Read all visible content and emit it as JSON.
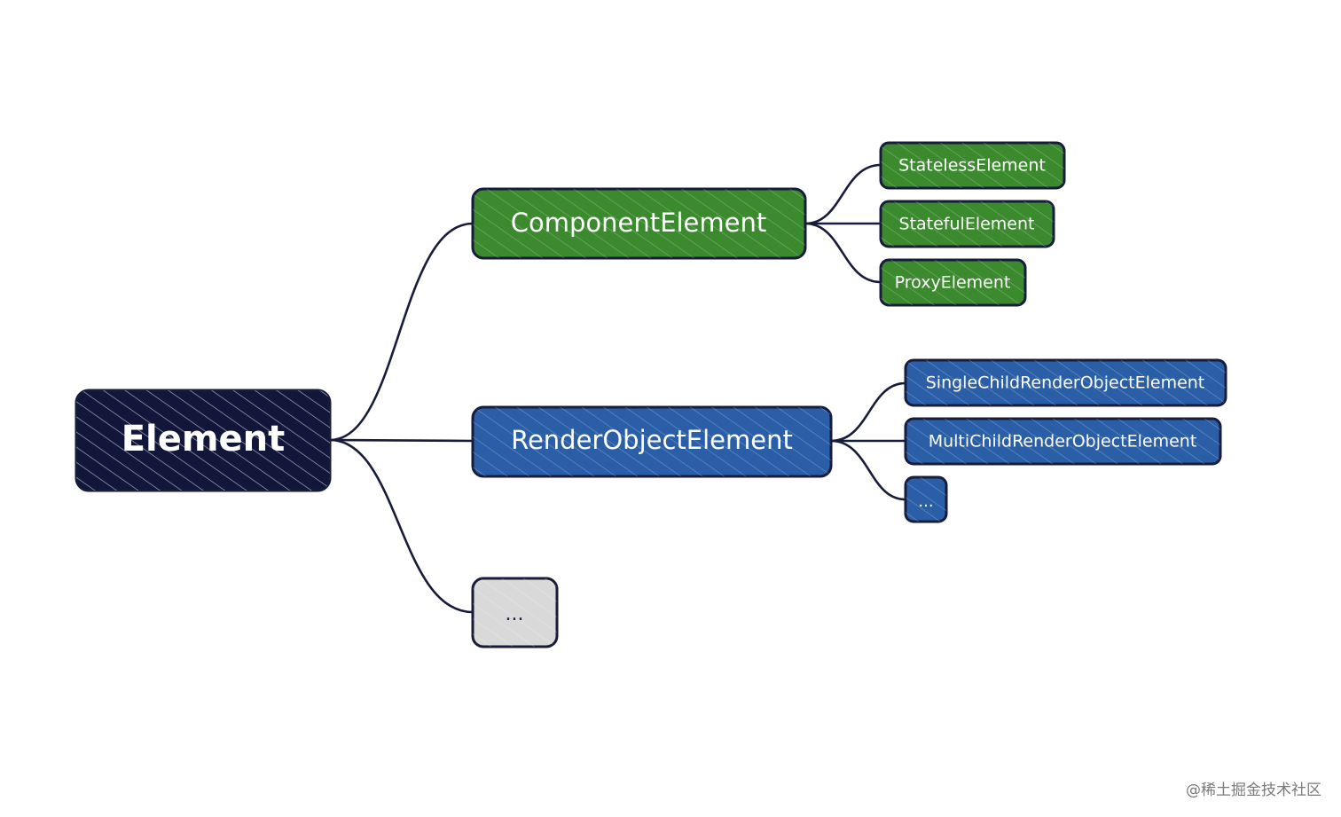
{
  "colors": {
    "root": "#11163a",
    "component": "#3b8a2e",
    "render": "#2a5fa8",
    "other": "#d9d9d9",
    "outline": "#171c3a"
  },
  "nodes": {
    "root": "Element",
    "component": "ComponentElement",
    "stateless": "StatelessElement",
    "stateful": "StatefulElement",
    "proxy": "ProxyElement",
    "render": "RenderObjectElement",
    "single_child": "SingleChildRenderObjectElement",
    "multi_child": "MultiChildRenderObjectElement",
    "render_more": "...",
    "more": "..."
  },
  "watermark": "@稀土掘金技术社区"
}
